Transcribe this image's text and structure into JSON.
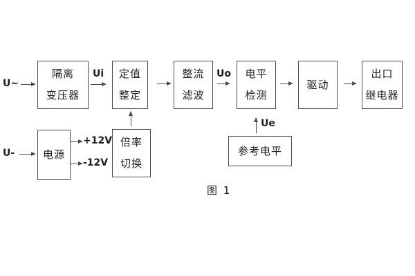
{
  "figure": {
    "caption": "图 1"
  },
  "signals": {
    "ac_input": "U~",
    "dc_input": "U-",
    "ui": "Ui",
    "uo": "Uo",
    "ue": "Ue",
    "plus_12v": "+12V",
    "minus_12v": "-12V"
  },
  "blocks": {
    "isolation_transformer": {
      "line1": "隔离",
      "line2": "变压器"
    },
    "value_setting": {
      "line1": "定值",
      "line2": "整定"
    },
    "rectify_filter": {
      "line1": "整流",
      "line2": "滤波"
    },
    "level_detection": {
      "line1": "电平",
      "line2": "检测"
    },
    "drive": {
      "line1": "驱动"
    },
    "output_relay": {
      "line1": "出口",
      "line2": "继电器"
    },
    "power_supply": {
      "line1": "电源"
    },
    "ratio_switch": {
      "line1": "倍率",
      "line2": "切换"
    },
    "reference_level": {
      "line1": "参考电平"
    }
  },
  "colors": {
    "line": "#4a4a4c",
    "text": "#1c1c1e",
    "background": "#ffffff"
  }
}
